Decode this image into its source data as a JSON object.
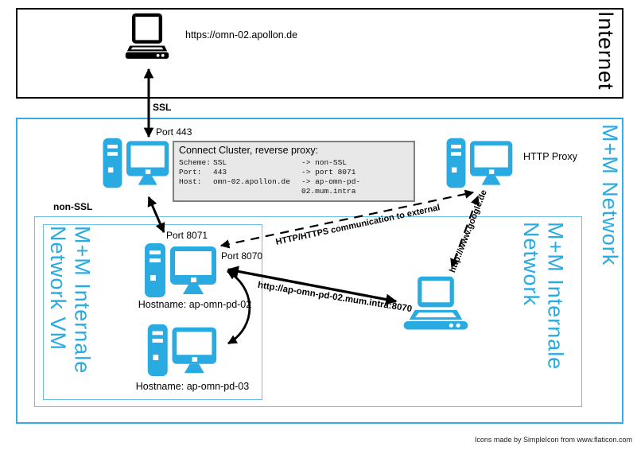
{
  "colors": {
    "accent_blue": "#29ABE2",
    "internet_border": "#000000",
    "connect_box_bg": "#E8E8E8",
    "connect_box_border": "#7F7F7F"
  },
  "internet_zone": {
    "label": "Internet",
    "client_url": "https://omn-02.apollon.de"
  },
  "network_zone": {
    "label": "M+M Network"
  },
  "internale_zone": {
    "label_line1": "M+M Internale",
    "label_line2": "Network"
  },
  "vm_zone": {
    "label_line1": "M+M Internale",
    "label_line2": "Network VM"
  },
  "nodes": {
    "reverse_proxy_port": "Port 443",
    "http_proxy": "HTTP Proxy",
    "pd02_port_8071": "Port 8071",
    "pd02_port_8070": "Port 8070",
    "pd02_hostname": "Hostname: ap-omn-pd-02",
    "pd03_hostname": "Hostname: ap-omn-pd-03"
  },
  "connections": {
    "ssl": "SSL",
    "non_ssl": "non-SSL",
    "http_external": "HTTP/HTTPS communication to external",
    "google_url": "http://www.google.de",
    "intra_url": "http://ap-omn-pd-02.mum.intra:8070"
  },
  "connect_cluster": {
    "title": "Connect Cluster, reverse proxy:",
    "rows": [
      {
        "key": "Scheme:",
        "value": "SSL",
        "mapped": "-> non-SSL"
      },
      {
        "key": "Port:",
        "value": "443",
        "mapped": "-> port 8071"
      },
      {
        "key": "Host:",
        "value": "omn-02.apollon.de",
        "mapped": "-> ap-omn-pd-02.mum.intra"
      }
    ]
  },
  "icons": {
    "internet_client": "laptop-icon",
    "reverse_proxy": "desktop-pc-icon",
    "http_proxy": "desktop-pc-icon",
    "pd02": "desktop-pc-icon",
    "pd03": "desktop-pc-icon",
    "internal_client": "laptop-icon"
  },
  "footer": {
    "attribution": "Icons made by SimpleIcon from www.flaticon.com"
  }
}
